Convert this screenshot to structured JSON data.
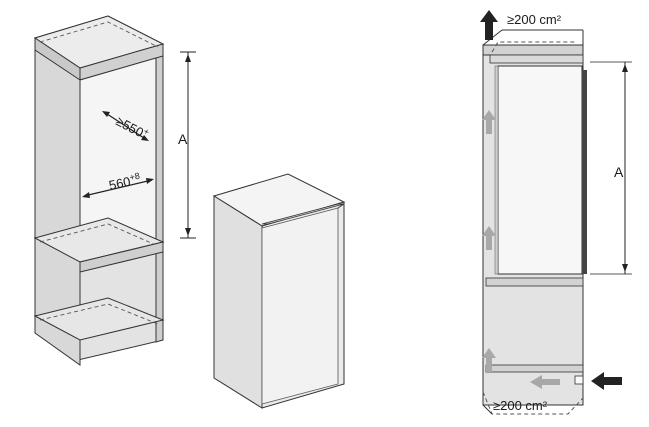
{
  "left_diagram": {
    "depth_label": "≥550",
    "depth_sup": "+",
    "width_label": "560",
    "width_sup": "+8",
    "height_label": "A"
  },
  "right_diagram": {
    "top_vent_label": "≥200 cm²",
    "bottom_vent_label": "≥200 cm²",
    "height_label": "A"
  },
  "colors": {
    "cabinet_fill": "#e2e2e2",
    "stroke": "#333333",
    "arrow_dark": "#222222",
    "arrow_light": "#a8a8a8"
  }
}
